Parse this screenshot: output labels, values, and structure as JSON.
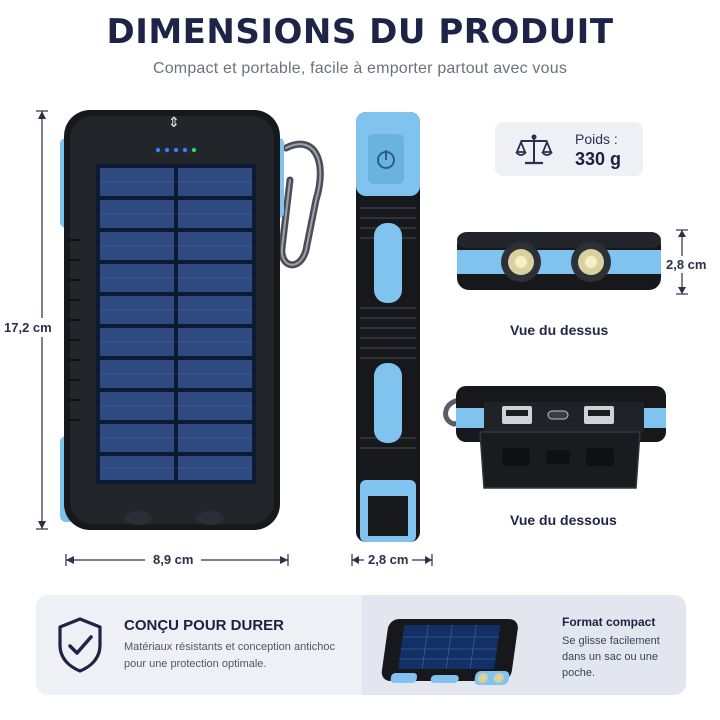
{
  "header": {
    "title": "DIMENSIONS DU PRODUIT",
    "subtitle": "Compact et portable, facile à emporter partout avec vous"
  },
  "dimensions": {
    "height": "17,2 cm",
    "width": "8,9 cm",
    "depth_side": "2,8 cm",
    "depth_top": "2,8 cm"
  },
  "weight": {
    "label": "Poids :",
    "value": "330 g"
  },
  "views": {
    "top": "Vue du dessus",
    "bottom": "Vue du dessous"
  },
  "features": {
    "durable_title": "CONÇU POUR DURER",
    "durable_desc": "Matériaux résistants et conception antichoc pour une protection optimale.",
    "compact_title": "Format compact",
    "compact_desc": "Se glisse facilement dans un sac ou une poche."
  },
  "colors": {
    "navy": "#1d2447",
    "accent_blue": "#7fc3ee",
    "panel_bg": "#eef0f6"
  }
}
